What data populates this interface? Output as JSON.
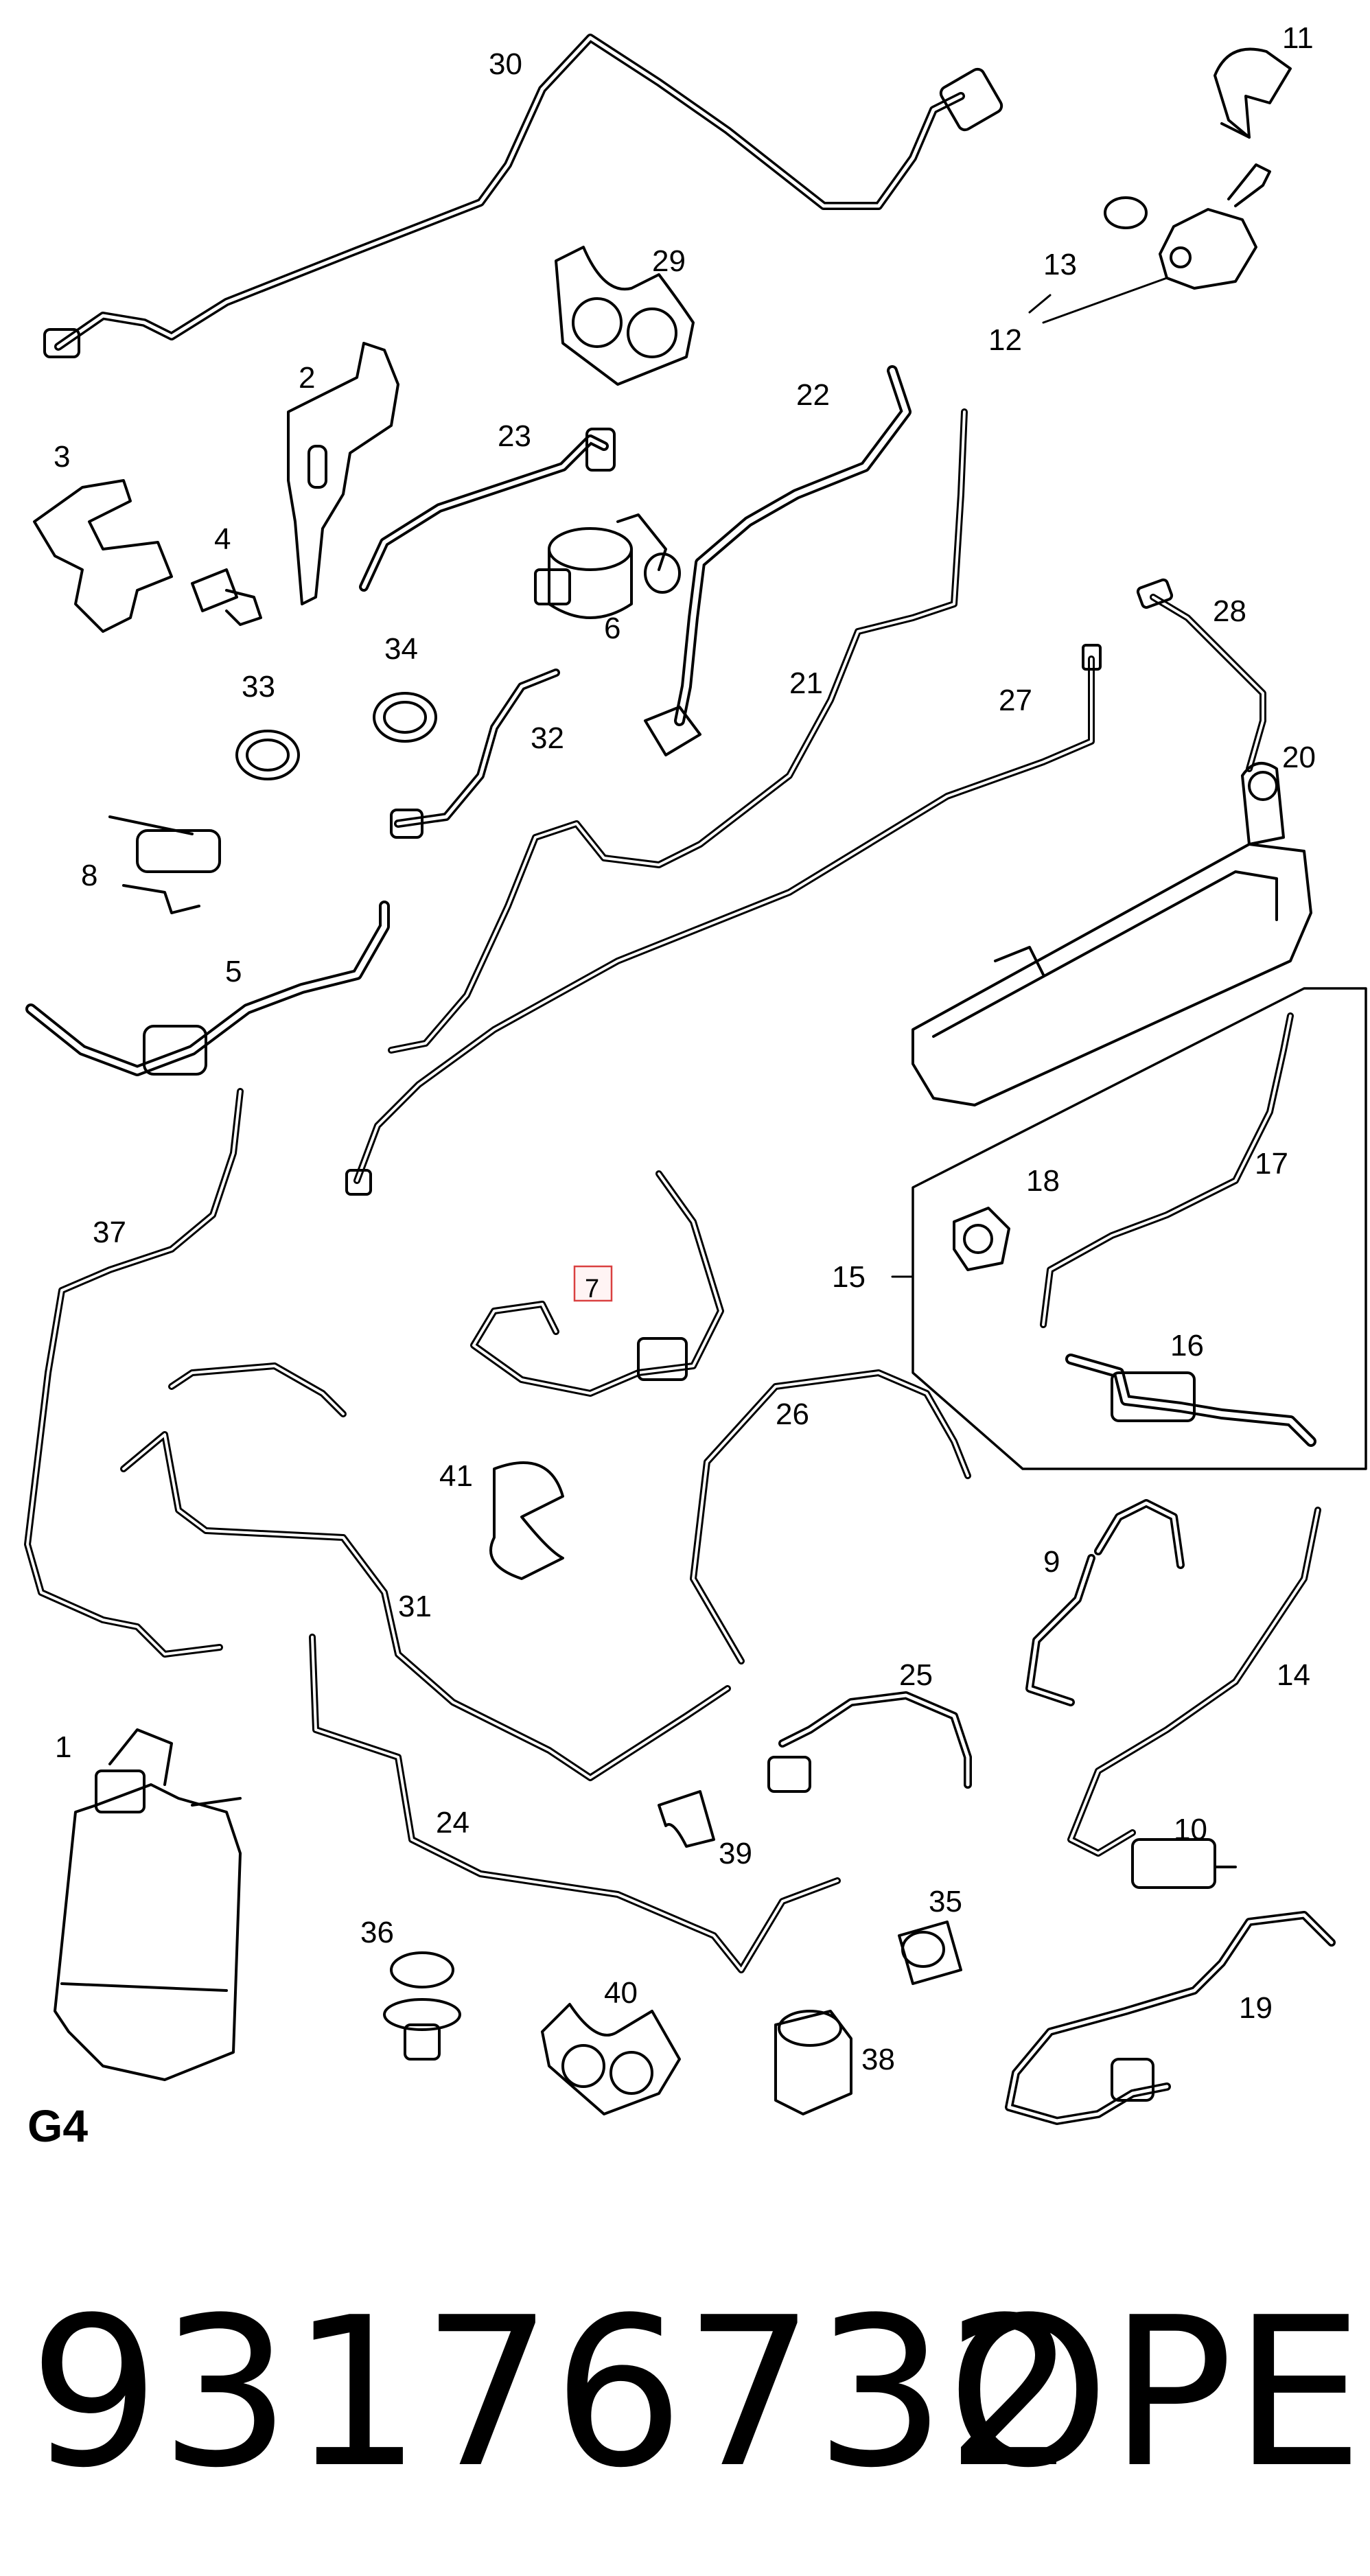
{
  "diagram": {
    "section_code": "G4",
    "highlighted_part": "7",
    "part_numbers": [
      "1",
      "2",
      "3",
      "4",
      "5",
      "6",
      "7",
      "8",
      "9",
      "10",
      "11",
      "12",
      "13",
      "14",
      "15",
      "16",
      "17",
      "18",
      "19",
      "20",
      "21",
      "22",
      "23",
      "24",
      "25",
      "26",
      "27",
      "28",
      "29",
      "30",
      "31",
      "32",
      "33",
      "34",
      "35",
      "36",
      "37",
      "38",
      "39",
      "40",
      "41"
    ]
  },
  "footer": {
    "part_number": "93176732",
    "brand": "OPEL"
  },
  "colors": {
    "line": "#000000",
    "highlight_border": "#d94040",
    "highlight_fill": "#fff4f4",
    "background": "#ffffff"
  }
}
